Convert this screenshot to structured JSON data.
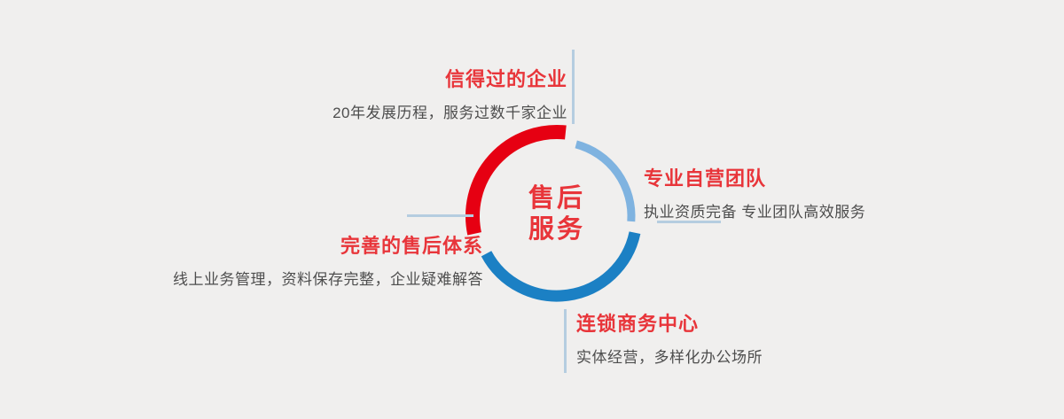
{
  "page": {
    "background": "#f0efee"
  },
  "center": {
    "line1": "售后",
    "line2": "服务"
  },
  "sections": {
    "top": {
      "title": "信得过的企业",
      "subtitle": "20年发展历程，服务过数千家企业"
    },
    "right": {
      "title": "专业自营团队",
      "subtitle": "执业资质完备 专业团队高效服务"
    },
    "left": {
      "title": "完善的售后体系",
      "subtitle": "线上业务管理，资料保存完整，企业疑难解答"
    },
    "bottom": {
      "title": "连锁商务中心",
      "subtitle": "实体经营，多样化办公场所"
    }
  },
  "colors": {
    "page_bg": "#f0efee",
    "title_red": "#e8353a",
    "arc_red": "#e60012",
    "arc_light_blue": "#7fb3e0",
    "arc_dark_blue": "#1b80c4",
    "subtitle_gray": "#4d4d4d",
    "connector": "#b5cde0"
  }
}
